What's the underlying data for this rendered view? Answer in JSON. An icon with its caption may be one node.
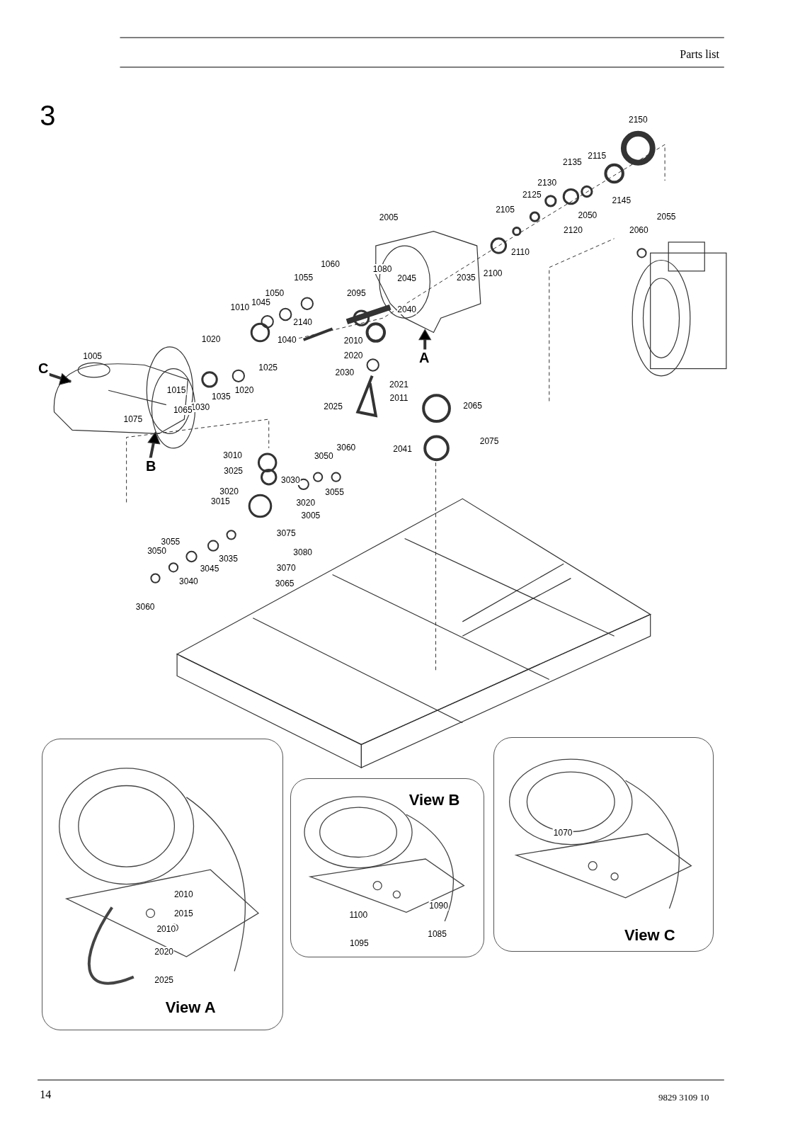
{
  "diagram": {
    "nodes": [
      {
        "text": [
          "View A"
        ]
      },
      {
        "text": [
          "View B"
        ]
      },
      {
        "text": [
          "View C"
        ]
      }
    ],
    "labels": [
      "Parts list",
      "3",
      "2150",
      "2135",
      "2115",
      "2130",
      "2125",
      "2145",
      "2005",
      "2105",
      "2050",
      "2055",
      "2120",
      "2060",
      "1060",
      "2110",
      "1080",
      "2100",
      "1055",
      "2045",
      "2035",
      "1050",
      "2095",
      "1045",
      "1010",
      "2040",
      "2140",
      "1020",
      "1040",
      "2010",
      "1005",
      "2020",
      "1025",
      "2030",
      "2021",
      "1015",
      "1020",
      "2011",
      "1030",
      "2025",
      "2065",
      "1035",
      "1065",
      "1075",
      "2075",
      "3010",
      "3060",
      "3050",
      "2041",
      "3025",
      "3030",
      "3020",
      "3055",
      "3015",
      "3020",
      "3005",
      "3075",
      "3055",
      "3050",
      "3080",
      "3035",
      "3045",
      "3040",
      "3070",
      "3065",
      "3060",
      "C",
      "A",
      "B",
      "2010",
      "2015",
      "2010",
      "2020",
      "2025",
      "1090",
      "1100",
      "1085",
      "1095",
      "1070",
      "14",
      "9829 3109 10"
    ]
  }
}
